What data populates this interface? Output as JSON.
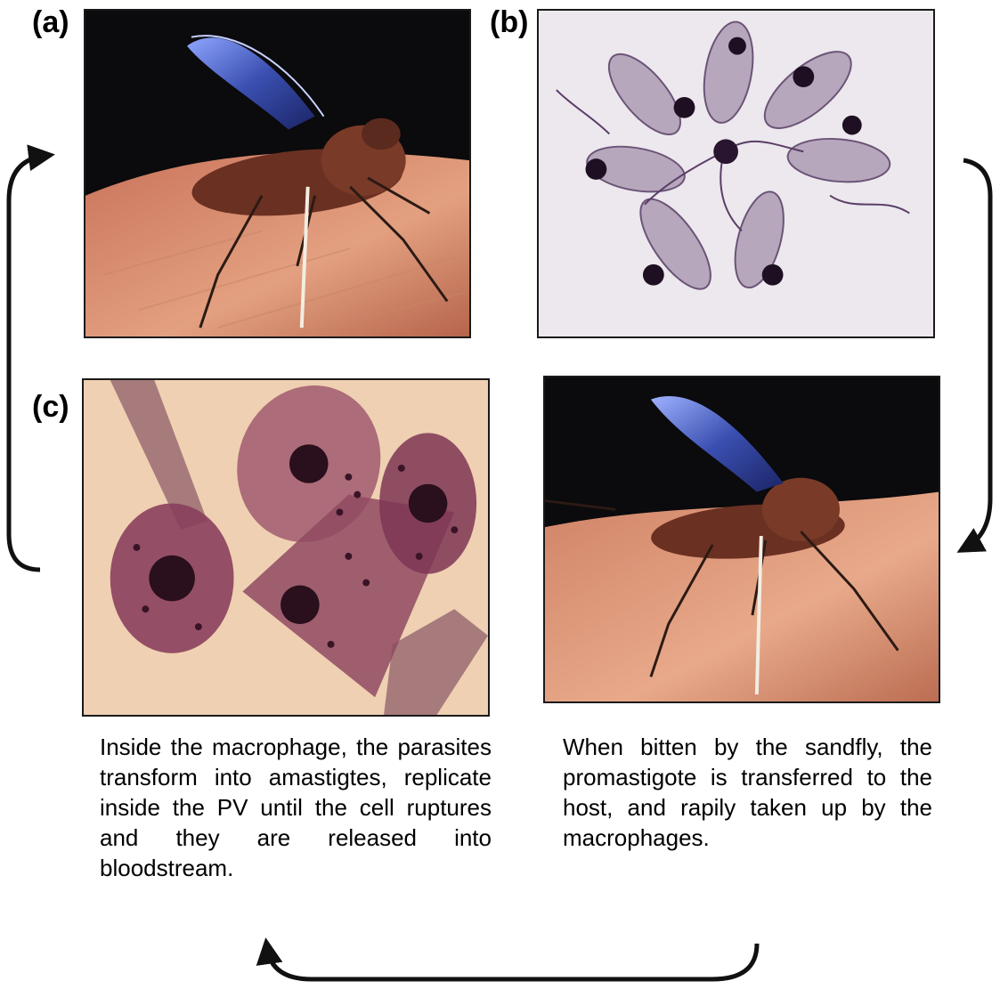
{
  "panels": {
    "a": {
      "label": "(a)",
      "image": "sandfly-on-skin-photo"
    },
    "b": {
      "label": "(b)",
      "image": "promastigote-rosette-micrograph"
    },
    "c": {
      "label": "(c)",
      "image": "infected-macrophages-micrograph"
    },
    "d": {
      "label": "",
      "image": "sandfly-biting-photo"
    }
  },
  "captions": {
    "left": "Inside the macrophage, the parasites transform into amastigtes, replicate inside the PV until the cell ruptures and they are released into bloodstream.",
    "right": "When bitten by the sandfly, the promastigote is transferred to the host, and rapily taken up by the macrophages."
  },
  "colors": {
    "border": "#1a1a1a",
    "arrow": "#111111",
    "skin": "#d98c6a",
    "wing": "#4a5fb5",
    "stain": "#3a1430"
  }
}
